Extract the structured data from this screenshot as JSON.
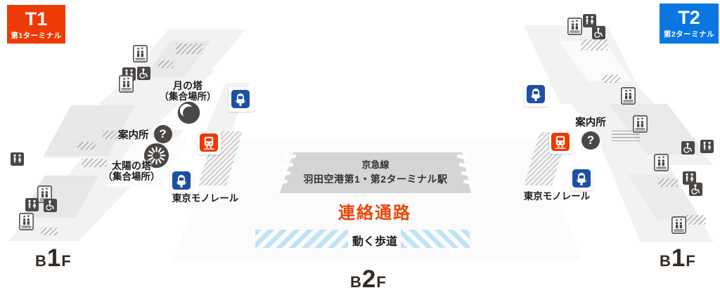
{
  "badges": {
    "t1": {
      "code": "T1",
      "label": "第1ターミナル",
      "color": "#ee3b05"
    },
    "t2": {
      "code": "T2",
      "label": "第2ターミナル",
      "color": "#0a76e1"
    }
  },
  "terminal1": {
    "floor": {
      "b": "B",
      "n": "1",
      "f": "F"
    },
    "moon_tower": {
      "title": "月の塔",
      "subtitle": "（集合場所）"
    },
    "sun_tower": {
      "title": "太陽の塔",
      "subtitle": "（集合場所）"
    },
    "info_label": "案内所",
    "monorail_label": "東京モノレール"
  },
  "terminal2": {
    "floor": {
      "b": "B",
      "n": "1",
      "f": "F"
    },
    "info_label": "案内所",
    "monorail_label": "東京モノレール"
  },
  "passage": {
    "station_line": "京急線",
    "station_name": "羽田空港第1・第2ターミナル駅",
    "label": "連絡通路",
    "walkway_label": "動く歩道",
    "floor": {
      "b": "B",
      "n": "2",
      "f": "F"
    }
  },
  "icons": {
    "question_mark": "?",
    "monorail_station_color": "#1d50a5",
    "keikyu_station_color": "#ee3a00",
    "facility_icon_color": "#4a4745",
    "walkway_stripe_color": "#bfe3f6",
    "passage_label_color": "#e94709",
    "station_box_color": "#d5d5d5"
  }
}
